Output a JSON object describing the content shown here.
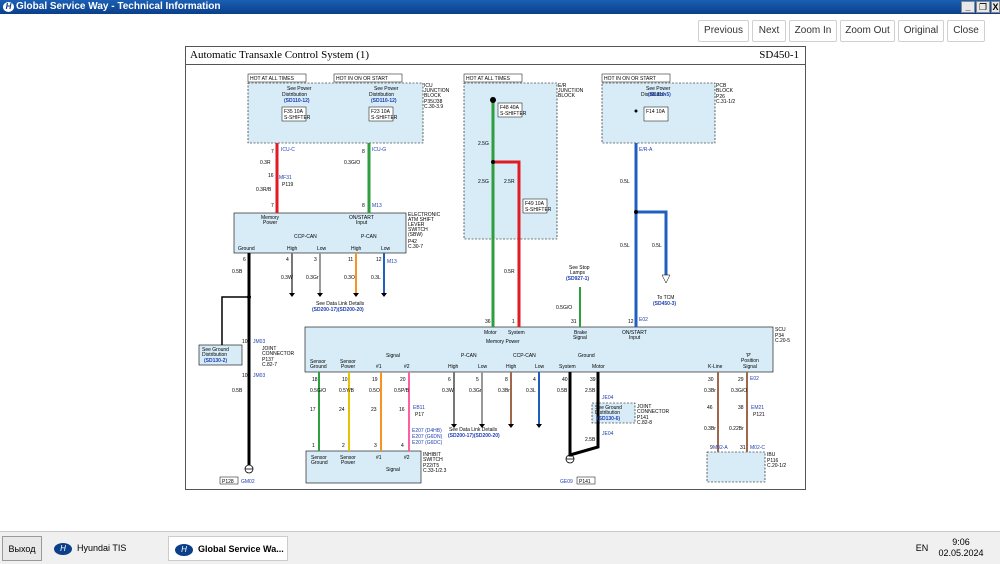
{
  "window": {
    "title": "Global Service Way - Technical Information",
    "controls": [
      "_",
      "❐",
      "X"
    ]
  },
  "toolbar": {
    "previous": "Previous",
    "next": "Next",
    "zoom_in": "Zoom In",
    "zoom_out": "Zoom Out",
    "original": "Original",
    "close": "Close"
  },
  "sheet": {
    "title": "Automatic Transaxle Control System (1)",
    "code": "SD450-1"
  },
  "diagram": {
    "hot_all_1": "HOT AT ALL TIMES",
    "hot_on_1": "HOT IN ON OR START",
    "hot_all_2": "HOT AT ALL TIMES",
    "hot_on_2": "HOT IN ON OR START",
    "see_pd": "See Power",
    "distribution": "Distribution",
    "sd110_12": "(SD110-12)",
    "sd110_12b": "(SD110-12)",
    "sd110_5": "(SD110-5)",
    "icu_jb": [
      "ICU",
      "JUNCTION",
      "BLOCK"
    ],
    "icu_ref": [
      "P35/J38",
      "C.30-3.9"
    ],
    "ek_jb": [
      "E/R",
      "JUNCTION",
      "BLOCK"
    ],
    "pcb_block": [
      "PCB",
      "BLOCK"
    ],
    "pcb_ref": [
      "P26",
      "C.31-1/2"
    ],
    "fuse_f35": "F35 10A",
    "fuse_f23": "F23 10A",
    "fuse_f48": "F48 40A",
    "fuse_f49": "F49 10A",
    "fuse_f14": "F14 10A",
    "s_shifter": "S-SHIFTER",
    "icu_c": "ICU-C",
    "icu_g": "ICU-G",
    "ek_a": "E/R-A",
    "w_03r": "0.3R",
    "w_03go": "0.3G/O",
    "w_03rb": "0.3R/B",
    "w_25g": "2.5G",
    "w_25r": "2.5R",
    "w_05r": "0.5R",
    "w_05l": "0.5L",
    "w_05l2": "0.5L",
    "w_05l3": "0.5L",
    "w_05l4": "0.5L",
    "mf31": "MF31",
    "p119": "P119",
    "m13": "M13",
    "m13b": "M13",
    "memory_power": [
      "Memory",
      "Power"
    ],
    "on_start_input": [
      "ON/START",
      "Input"
    ],
    "ccp_can": "CCP-CAN",
    "p_can": "P-CAN",
    "ground": "Ground",
    "high": "High",
    "low": "Low",
    "elec_lever": [
      "ELECTRONIC",
      "ATM SHIFT",
      "LEVER",
      "SWITCH",
      "(SBW)"
    ],
    "elec_ref": [
      "P42",
      "C.30-7"
    ],
    "w_03w": "0.3W",
    "w_03gr": "0.3Gr",
    "w_03o": "0.3O",
    "w_03l": "0.3L",
    "w_05b": "0.5B",
    "w_05b2": "0.5B",
    "data_link": "See Data Link Details",
    "data_link_refs": "(SD200-17)(SD200-20)",
    "see_stop": [
      "See Stop",
      "Lamps",
      "(SD927-1)"
    ],
    "w_05go": "0.5G/O",
    "to_tcm": [
      "To TCM",
      "(SD450-3)"
    ],
    "jm03": "JM03",
    "jm03b": "JM03",
    "see_ground": [
      "See Ground",
      "Distribution",
      "(SD130-2)"
    ],
    "joint_conn": [
      "JOINT",
      "CONNECTOR"
    ],
    "jc_ref": [
      "P137",
      "C.82-7"
    ],
    "scu_memory_power": "Memory Power",
    "motor": "Motor",
    "system": "System",
    "brake_signal": [
      "Brake",
      "Signal"
    ],
    "on_start_input2": [
      "ON/START",
      "Input"
    ],
    "scu": [
      "SCU"
    ],
    "scu_ref": [
      "P34",
      "C.20-5"
    ],
    "sensor_ground": [
      "Sensor",
      "Ground"
    ],
    "sensor_power": [
      "Sensor",
      "Power"
    ],
    "signal": "Signal",
    "pin1": "#1",
    "pin2": "#2",
    "k_line": "K-Line",
    "p_position": [
      "'P'",
      "Position",
      "Signal"
    ],
    "e02": "E02",
    "e02b": "E02",
    "w_05go2": "0.5G/O",
    "w_05yb": "0.5Y/B",
    "w_05o": "0.5O",
    "w_05pb": "0.5P/B",
    "w_03w2": "0.3W",
    "w_03gr2": "0.3Gr",
    "w_03br": "0.3Br",
    "w_03l2": "0.3L",
    "w_05b3": "0.5B",
    "w_25b": "2.5B",
    "w_25b2": "2.5B",
    "w_03br2": "0.3Br",
    "w_03go2": "0.3G/O",
    "w_03br3": "0.3Br",
    "w_022br": "0.22Br",
    "eb11": "EB11",
    "p17": "P17",
    "e207": [
      "E207 (D4HB)",
      "E207 (G6DN)",
      "E207 (G6DC)"
    ],
    "inhibit": [
      "INHIBIT",
      "SWITCH"
    ],
    "inhibit_ref": [
      "P22/T5",
      "C.33-1/2.3"
    ],
    "je04": "JE04",
    "je04b": "JE04",
    "see_ground2": [
      "See Ground",
      "Distribution",
      "(SD130-6)"
    ],
    "jc2_ref": [
      "P141",
      "C.82-8"
    ],
    "em21": "EM21",
    "p121": "P121",
    "m02a": "M02-A",
    "m02c": "M02-C",
    "ibu": [
      "IBU"
    ],
    "ibu_ref": [
      "P116",
      "C.20-1/2"
    ],
    "gm02": "GM02",
    "ge09": "GE09",
    "p128": "P128",
    "p141": "P141",
    "pins": {
      "p7a": "7",
      "p8a": "8",
      "p16": "16",
      "p7b": "7",
      "p8b": "8",
      "p6": "6",
      "p4": "4",
      "p3": "3",
      "p11": "11",
      "p12": "12",
      "p36": "36",
      "p1": "1",
      "p31": "31",
      "p12b": "12",
      "p10": "10",
      "p10b": "10",
      "p1b": "1",
      "p18": "18",
      "p17": "17",
      "p24": "24",
      "p23": "23",
      "p16b": "16",
      "p19": "19",
      "p20": "20",
      "p6b": "6",
      "p5": "5",
      "p8c": "8",
      "p4b": "4",
      "p39": "39",
      "p40": "40",
      "p30": "30",
      "p29": "29",
      "p46": "46",
      "p38": "38",
      "p9": "9",
      "p31b": "31",
      "p4c": "4",
      "p2": "2",
      "p3b": "3"
    }
  },
  "taskbar": {
    "start": "Выход",
    "task1": "Hyundai TIS",
    "task2": "Global Service Wa...",
    "lang": "EN",
    "time": "9:06",
    "date": "02.05.2024"
  },
  "colors": {
    "title_bar": "#1a5fb4",
    "wire_red": "#e01b24",
    "wire_green": "#2e9e3e",
    "wire_blue": "#1f5fbf",
    "wire_black": "#000000",
    "wire_orange": "#f7941d",
    "wire_gray": "#999999",
    "wire_brown": "#a0674b",
    "wire_pink": "#ff5fa0",
    "wire_yellow": "#e6c200",
    "box_fill": "#d7ecf7"
  }
}
